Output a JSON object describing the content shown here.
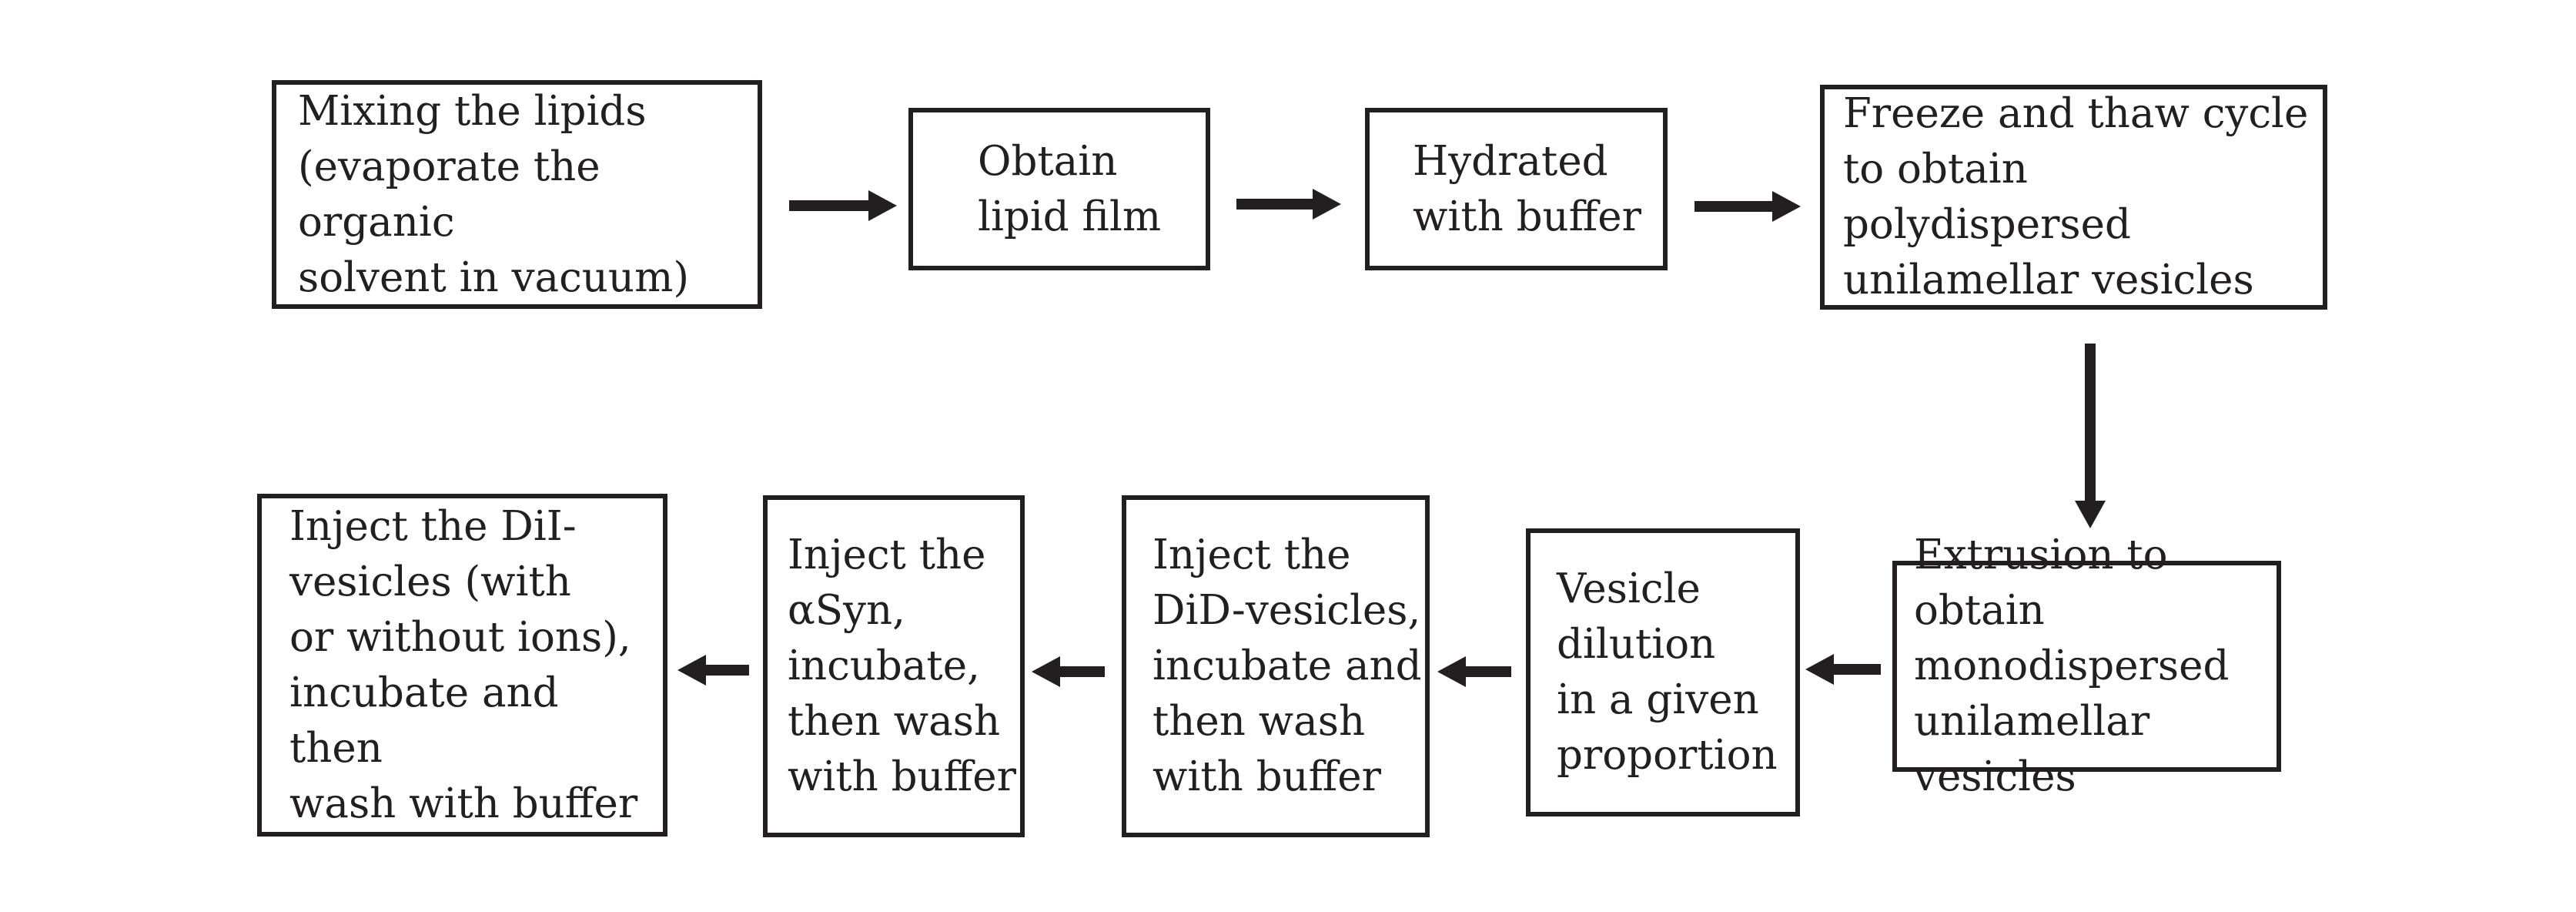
{
  "diagram": {
    "steps": [
      {
        "id": "step-1",
        "label": "Mixing the lipids\n(evaporate the organic\nsolvent in vacuum)"
      },
      {
        "id": "step-2",
        "label": "Obtain\nlipid film"
      },
      {
        "id": "step-3",
        "label": "Hydrated\nwith buffer"
      },
      {
        "id": "step-4",
        "label": "Freeze and thaw cycle\nto obtain polydispersed\nunilamellar vesicles"
      },
      {
        "id": "step-5",
        "label": "Extrusion to obtain\nmonodispersed\nunilamellar vesicles"
      },
      {
        "id": "step-6",
        "label": "Vesicle\ndilution\nin a given\nproportion"
      },
      {
        "id": "step-7",
        "label": "Inject the\nDiD-vesicles,\nincubate and\nthen wash\nwith buffer"
      },
      {
        "id": "step-8",
        "label": "Inject the\nαSyn,\nincubate,\nthen wash\nwith buffer"
      },
      {
        "id": "step-9",
        "label": "Inject the DiI-\nvesicles (with\nor without ions),\nincubate and then\nwash with buffer"
      }
    ],
    "colors": {
      "stroke": "#231f20",
      "background": "#ffffff"
    }
  }
}
